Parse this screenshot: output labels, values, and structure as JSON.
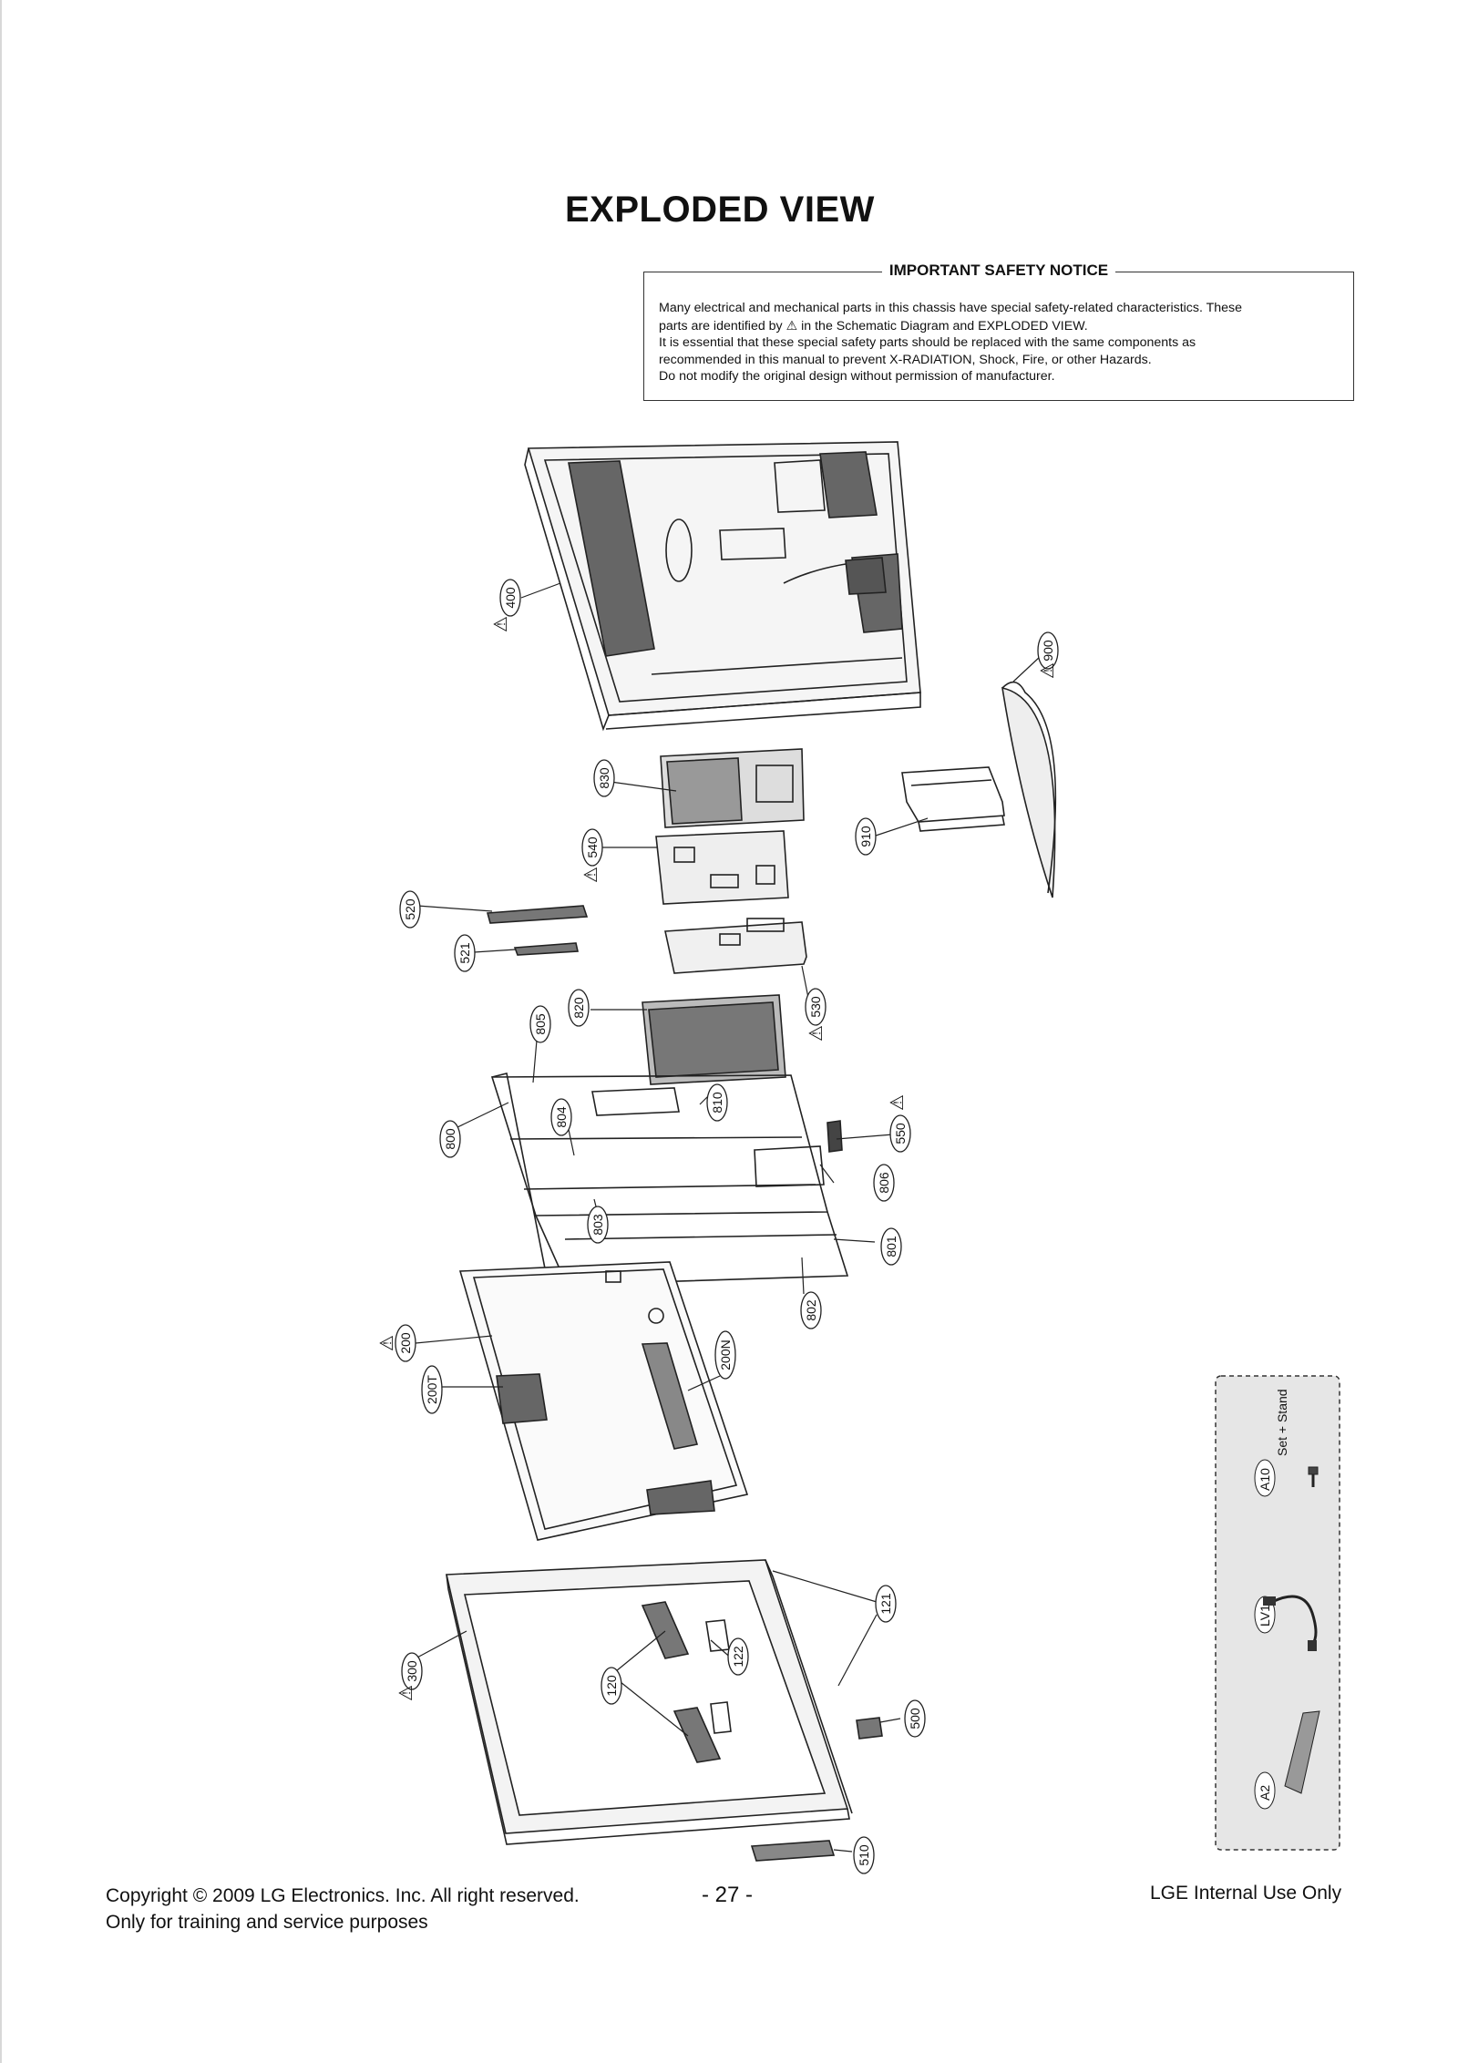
{
  "page": {
    "title": "EXPLODED VIEW",
    "notice": {
      "heading": "IMPORTANT SAFETY NOTICE",
      "line1": "Many electrical and mechanical parts in this chassis have special safety-related characteristics. These",
      "line2a": "parts are identified by",
      "line2b": "in the Schematic Diagram and EXPLODED VIEW.",
      "line3": "It is essential that these special safety parts should be replaced with the same components as",
      "line4": "recommended in this manual to prevent X-RADIATION, Shock, Fire, or other Hazards.",
      "line5": "Do not modify the original design without permission of manufacturer."
    },
    "safety_symbol": "⚠",
    "part_labels": [
      "400",
      "900",
      "830",
      "910",
      "540",
      "520",
      "521",
      "530",
      "820",
      "805",
      "810",
      "550",
      "800",
      "804",
      "806",
      "803",
      "801",
      "802",
      "200",
      "200N",
      "200T",
      "121",
      "300",
      "122",
      "120",
      "500",
      "510"
    ],
    "accessory_box": {
      "set_stand_label": "Set + Stand",
      "labels": [
        "A10",
        "LV1",
        "A2"
      ]
    },
    "footer": {
      "copyright": "Copyright  © 2009 LG Electronics. Inc. All right reserved.",
      "training": "Only for training and service purposes",
      "page_number": "- 27 -",
      "internal": "LGE Internal Use Only"
    }
  }
}
